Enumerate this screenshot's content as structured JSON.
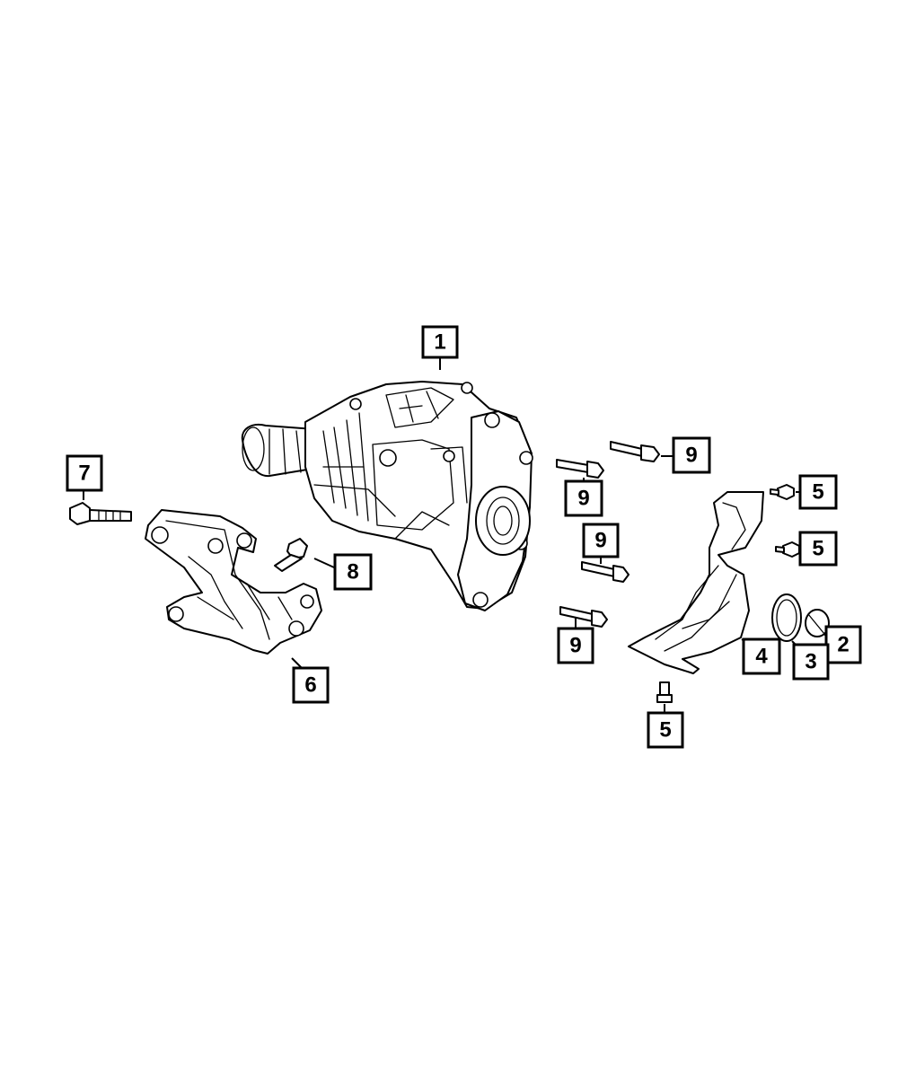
{
  "callouts": [
    {
      "id": "c1",
      "label": "1"
    },
    {
      "id": "c2",
      "label": "2"
    },
    {
      "id": "c3",
      "label": "3"
    },
    {
      "id": "c4",
      "label": "4"
    },
    {
      "id": "c5a",
      "label": "5"
    },
    {
      "id": "c5b",
      "label": "5"
    },
    {
      "id": "c5c",
      "label": "5"
    },
    {
      "id": "c6",
      "label": "6"
    },
    {
      "id": "c7",
      "label": "7"
    },
    {
      "id": "c8",
      "label": "8"
    },
    {
      "id": "c9a",
      "label": "9"
    },
    {
      "id": "c9b",
      "label": "9"
    },
    {
      "id": "c9c",
      "label": "9"
    },
    {
      "id": "c9d",
      "label": "9"
    }
  ],
  "colors": {
    "line": "#000000",
    "background": "#ffffff"
  }
}
